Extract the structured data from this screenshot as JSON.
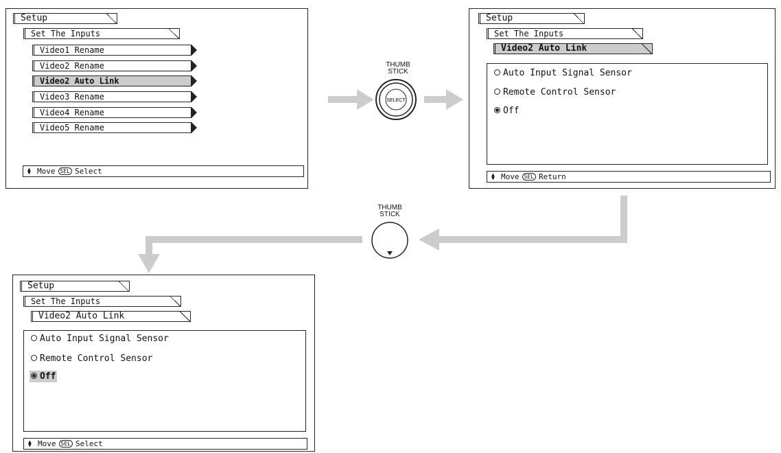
{
  "screens": {
    "s1": {
      "setup": "Setup",
      "inputs": "Set The Inputs",
      "items": [
        "Video1 Rename",
        "Video2 Rename",
        "Video2 Auto Link",
        "Video3 Rename",
        "Video4 Rename",
        "Video5 Rename"
      ],
      "status_move": "Move",
      "status_sel": "SEL",
      "status_action": "Select"
    },
    "s2": {
      "setup": "Setup",
      "inputs": "Set The Inputs",
      "item": "Video2 Auto Link",
      "options": [
        "Auto Input Signal Sensor",
        "Remote Control Sensor",
        "Off"
      ],
      "status_move": "Move",
      "status_sel": "SEL",
      "status_action": "Return"
    },
    "s3": {
      "setup": "Setup",
      "inputs": "Set The Inputs",
      "item": "Video2 Auto Link",
      "options": [
        "Auto Input Signal Sensor",
        "Remote Control Sensor",
        "Off"
      ],
      "status_move": "Move",
      "status_sel": "SEL",
      "status_action": "Select"
    }
  },
  "thumb1": {
    "line1": "THUMB",
    "line2": "STICK",
    "button": "SELECT"
  },
  "thumb2": {
    "line1": "THUMB",
    "line2": "STICK"
  },
  "colors": {
    "arrow": "#cccccc",
    "highlight": "#cccccc",
    "border": "#222222"
  }
}
